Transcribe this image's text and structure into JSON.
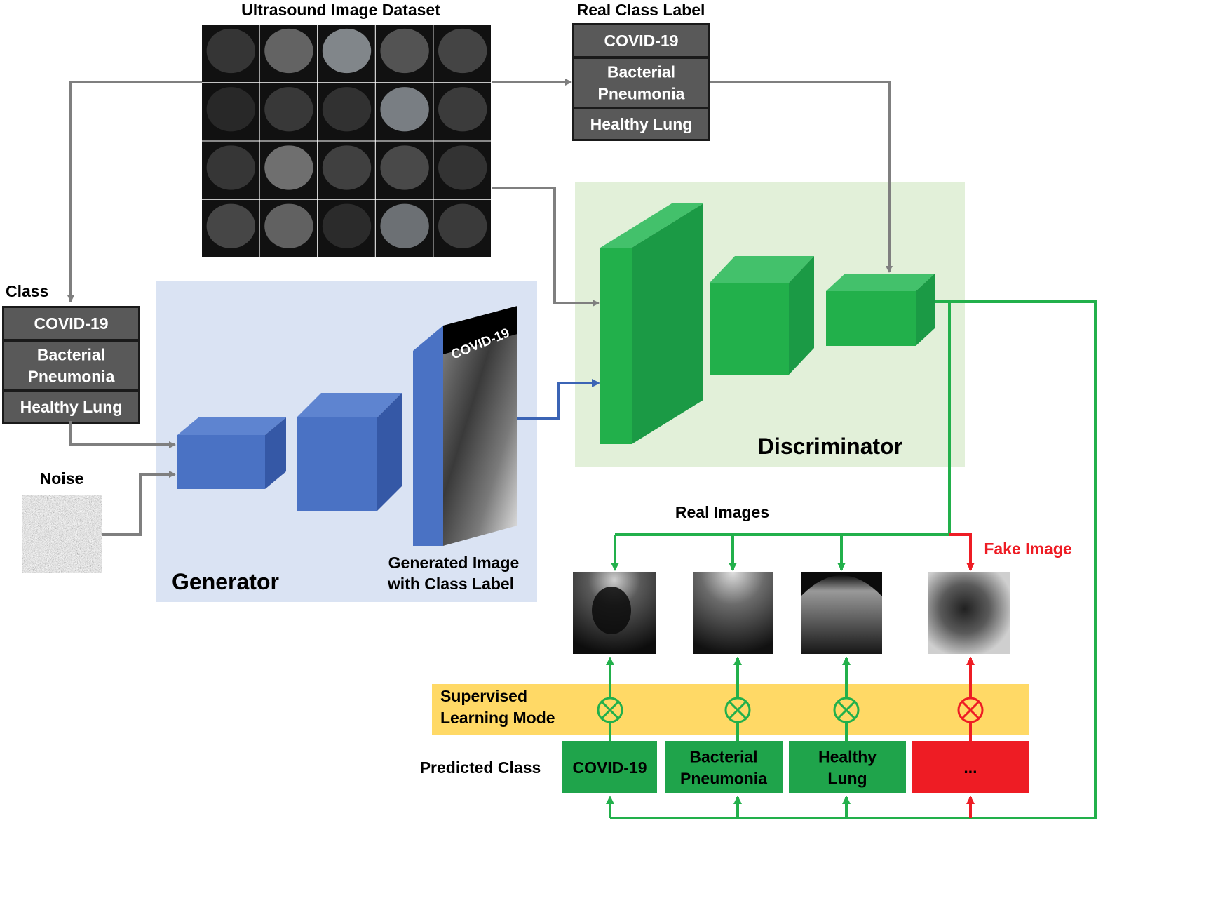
{
  "dataset": {
    "title": "Ultrasound Image Dataset",
    "tiles": [
      "#3a3a3a",
      "#6d6d6d",
      "#8e9398",
      "#5b5b5b",
      "#4a4a4a",
      "#2b2b2b",
      "#3d3d3d",
      "#353535",
      "#858b90",
      "#404040",
      "#3b3b3b",
      "#7a7a7a",
      "#464646",
      "#505050",
      "#373737",
      "#4c4c4c",
      "#6a6a6a",
      "#2f2f2f",
      "#777b7f",
      "#3f3f3f"
    ]
  },
  "real_class_label": {
    "title": "Real Class Label",
    "items": [
      {
        "lines": [
          "COVID-19"
        ]
      },
      {
        "lines": [
          "Bacterial",
          "Pneumonia"
        ]
      },
      {
        "lines": [
          "Healthy Lung"
        ]
      }
    ]
  },
  "class_box": {
    "title": "Class",
    "items": [
      {
        "lines": [
          "COVID-19"
        ]
      },
      {
        "lines": [
          "Bacterial",
          "Pneumonia"
        ]
      },
      {
        "lines": [
          "Healthy Lung"
        ]
      }
    ]
  },
  "noise_label": "Noise",
  "generator": {
    "title": "Generator",
    "image_tag": "COVID-19",
    "output_caption": [
      "Generated Image",
      "with Class Label"
    ]
  },
  "discriminator": {
    "title": "Discriminator"
  },
  "outputs": {
    "real_label": "Real Images",
    "fake_label": "Fake Image"
  },
  "supervised_label": [
    "Supervised",
    "Learning Mode"
  ],
  "predicted_class": {
    "label": "Predicted Class",
    "items": [
      {
        "lines": [
          "COVID-19"
        ],
        "color": "#1fa44b"
      },
      {
        "lines": [
          "Bacterial",
          "Pneumonia"
        ],
        "color": "#1fa44b"
      },
      {
        "lines": [
          "Healthy",
          "Lung"
        ],
        "color": "#1fa44b"
      },
      {
        "lines": [
          "..."
        ],
        "color": "#ee1c24"
      }
    ]
  },
  "colors": {
    "gray_arrow": "#7f7f7f",
    "green": "#22b04b",
    "red": "#ee1c24",
    "blue": "#4a72c4",
    "gen_bg": "#dae3f3",
    "disc_bg": "#e2f0d9",
    "yellow": "#ffd966",
    "label_box": "#595959"
  }
}
